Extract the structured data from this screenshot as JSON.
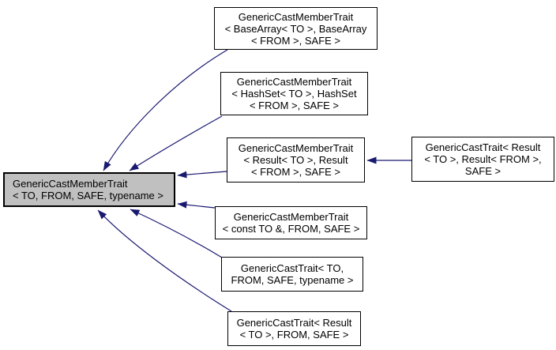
{
  "colors": {
    "edge_color": "#191970",
    "main_node_fill": "#c0c0c0",
    "node_fill": "#ffffff",
    "node_border": "#000000"
  },
  "nodes": {
    "main": {
      "lines": [
        "GenericCastMemberTrait",
        "< TO, FROM, SAFE, typename >"
      ]
    },
    "base_array": {
      "lines": [
        "GenericCastMemberTrait",
        "< BaseArray< TO >, BaseArray",
        "< FROM >, SAFE >"
      ]
    },
    "hash_set": {
      "lines": [
        "GenericCastMemberTrait",
        "< HashSet< TO >, HashSet",
        "< FROM >, SAFE >"
      ]
    },
    "result_member": {
      "lines": [
        "GenericCastMemberTrait",
        "< Result< TO >, Result",
        "< FROM >, SAFE >"
      ]
    },
    "cast_trait_result_full": {
      "lines": [
        "GenericCastTrait< Result",
        "< TO >, Result< FROM >,",
        "SAFE >"
      ]
    },
    "const_to_ref": {
      "lines": [
        "GenericCastMemberTrait",
        "< const TO &, FROM, SAFE >"
      ]
    },
    "cast_trait_typename": {
      "lines": [
        "GenericCastTrait< TO,",
        "FROM, SAFE, typename >"
      ]
    },
    "cast_trait_result": {
      "lines": [
        "GenericCastTrait< Result",
        "< TO >, FROM, SAFE >"
      ]
    }
  },
  "edges": [
    {
      "from": "base_array",
      "to": "main"
    },
    {
      "from": "hash_set",
      "to": "main"
    },
    {
      "from": "result_member",
      "to": "main"
    },
    {
      "from": "cast_trait_result_full",
      "to": "result_member"
    },
    {
      "from": "const_to_ref",
      "to": "main"
    },
    {
      "from": "cast_trait_typename",
      "to": "main"
    },
    {
      "from": "cast_trait_result",
      "to": "main"
    }
  ]
}
